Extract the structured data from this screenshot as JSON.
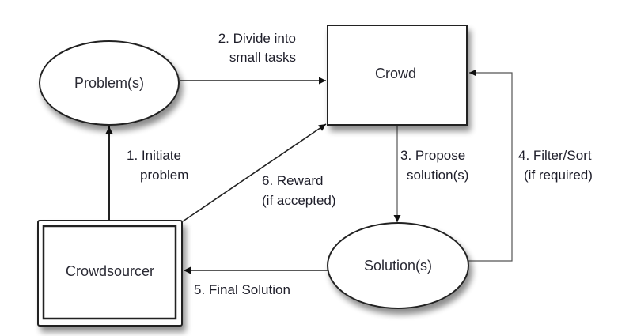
{
  "diagram": {
    "nodes": {
      "problem": "Problem(s)",
      "crowd": "Crowd",
      "crowdsourcer": "Crowdsourcer",
      "solution": "Solution(s)"
    },
    "edges": {
      "e1": {
        "line1": "1. Initiate",
        "line2": "problem"
      },
      "e2": {
        "line1": "2. Divide into",
        "line2": "small tasks"
      },
      "e3": {
        "line1": "3. Propose",
        "line2": "solution(s)"
      },
      "e4": {
        "line1": "4. Filter/Sort",
        "line2": "(if required)"
      },
      "e5": {
        "line1": "5. Final Solution"
      },
      "e6": {
        "line1": "6. Reward",
        "line2": "(if accepted)"
      }
    },
    "colors": {
      "stroke": "#222222",
      "text": "#1e1e2a",
      "thin_stroke": "#555555"
    }
  }
}
